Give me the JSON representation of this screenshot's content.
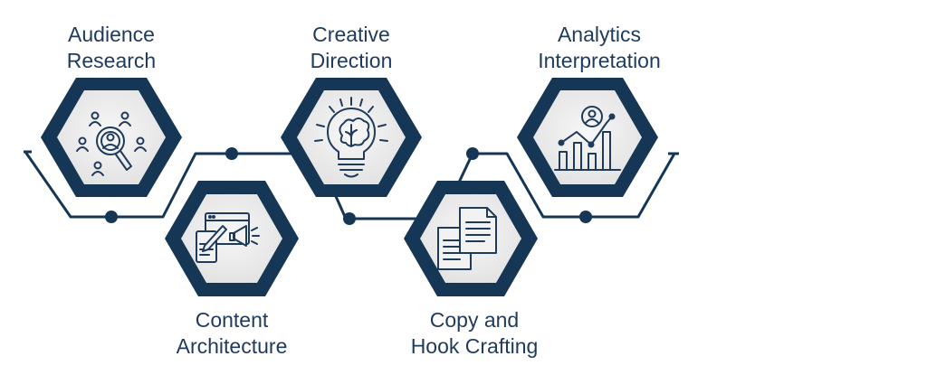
{
  "colors": {
    "navy": "#163656",
    "icon": "#1f3b5c",
    "inner_light": "#f6f6f6",
    "inner_mid": "#e6e6e6",
    "text": "#1f3b5c"
  },
  "steps": [
    {
      "line1": "Audience",
      "line2": "Research",
      "icon": "audience-search-icon"
    },
    {
      "line1": "Content",
      "line2": "Architecture",
      "icon": "content-megaphone-icon"
    },
    {
      "line1": "Creative",
      "line2": "Direction",
      "icon": "lightbulb-brain-icon"
    },
    {
      "line1": "Copy and",
      "line2": "Hook Crafting",
      "icon": "documents-icon"
    },
    {
      "line1": "Analytics",
      "line2": "Interpretation",
      "icon": "analytics-chart-icon"
    }
  ]
}
